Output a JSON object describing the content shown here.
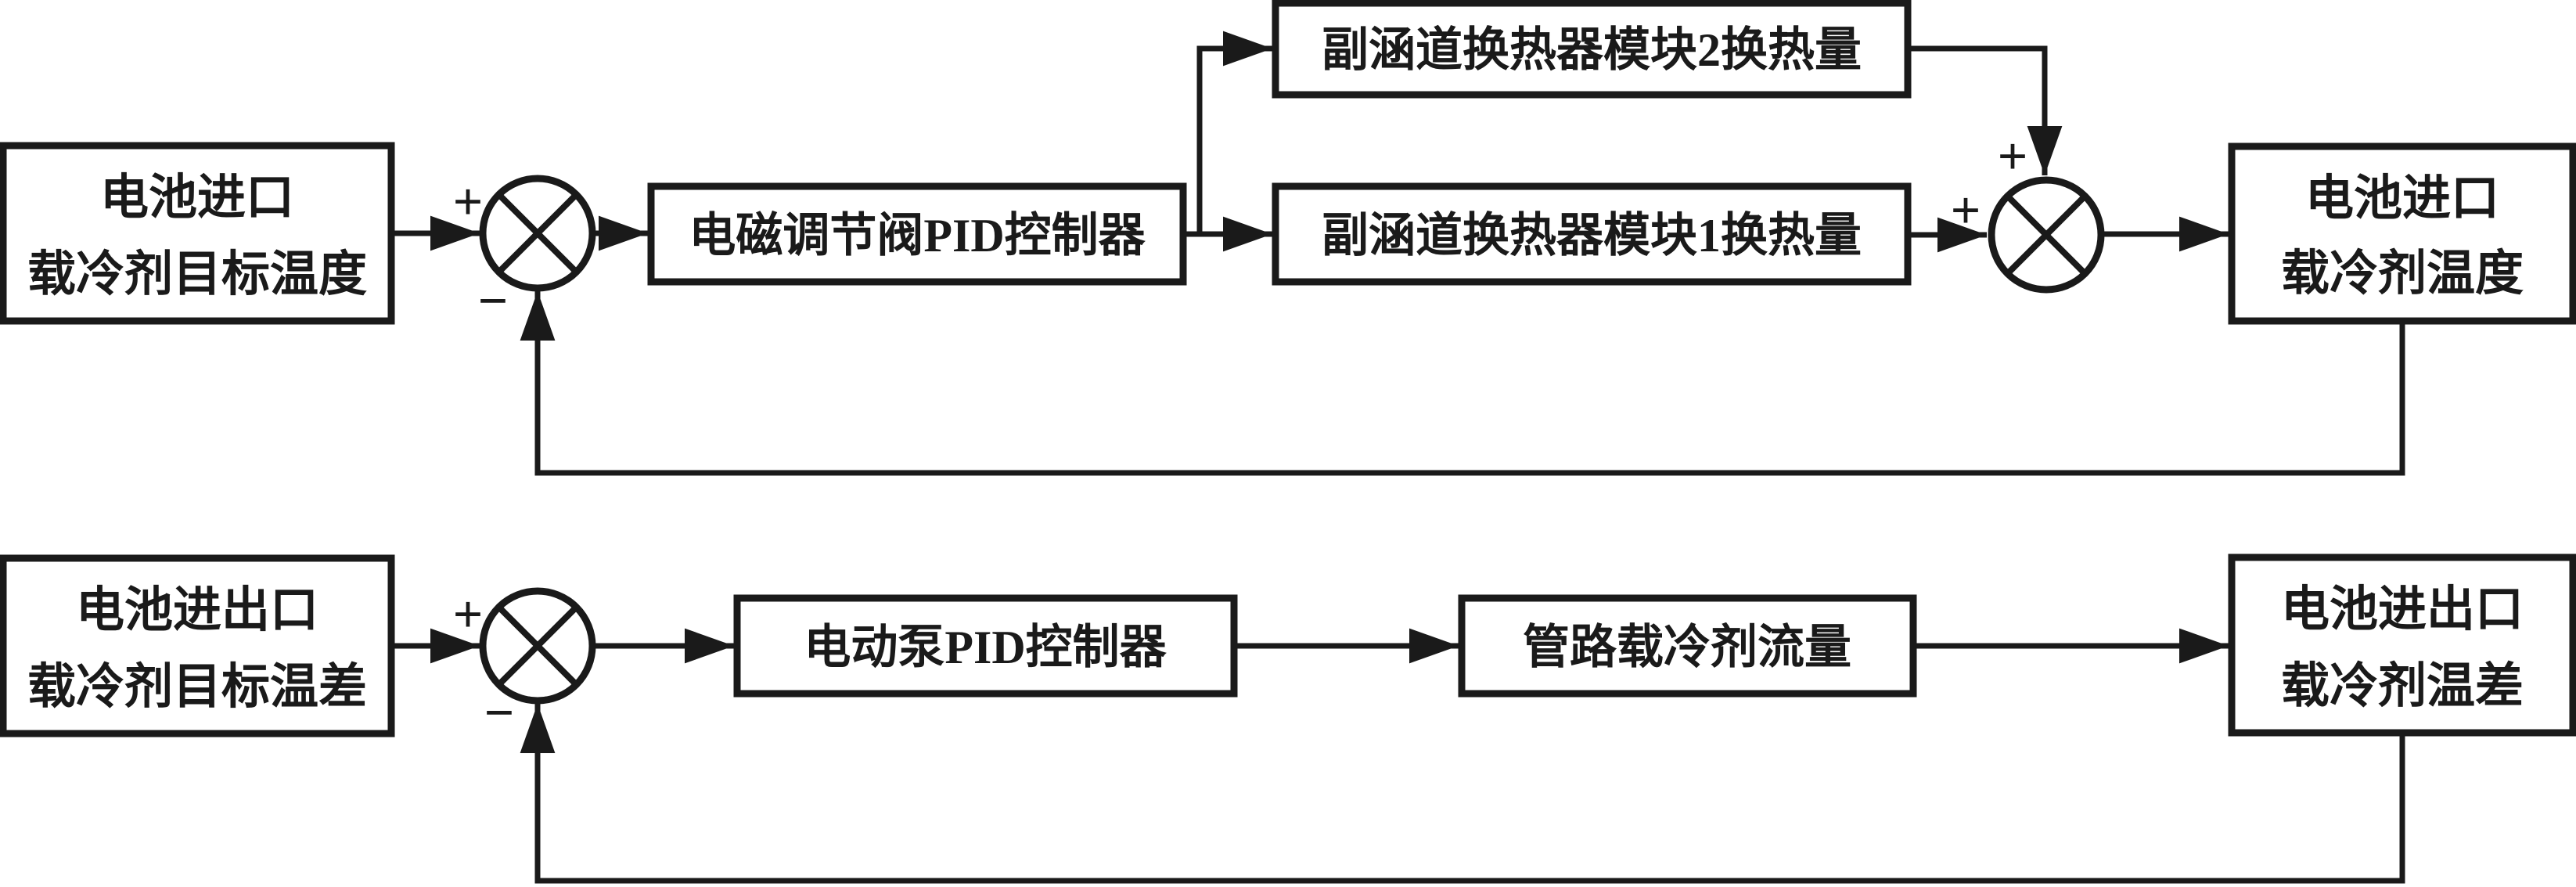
{
  "diagram": {
    "title": "battery-coolant-dual-pid-control-block-diagram",
    "ink_color": "#1a1a1a",
    "background_color": "#ffffff"
  },
  "top_loop": {
    "input_block": {
      "line1": "电池进口",
      "line2": "载冷剂目标温度"
    },
    "controller_block": {
      "label": "电磁调节阀PID控制器"
    },
    "hx_module2_block": {
      "label": "副涵道换热器模块2换热量"
    },
    "hx_module1_block": {
      "label": "副涵道换热器模块1换热量"
    },
    "output_block": {
      "line1": "电池进口",
      "line2": "载冷剂温度"
    },
    "sum1_plus": "+",
    "sum1_minus": "−",
    "sum2_plus_left": "+",
    "sum2_plus_top": "+"
  },
  "bottom_loop": {
    "input_block": {
      "line1": "电池进出口",
      "line2": "载冷剂目标温差"
    },
    "controller_block": {
      "label": "电动泵PID控制器"
    },
    "flow_block": {
      "label": "管路载冷剂流量"
    },
    "output_block": {
      "line1": "电池进出口",
      "line2": "载冷剂温差"
    },
    "sum3_plus": "+",
    "sum3_minus": "−"
  }
}
